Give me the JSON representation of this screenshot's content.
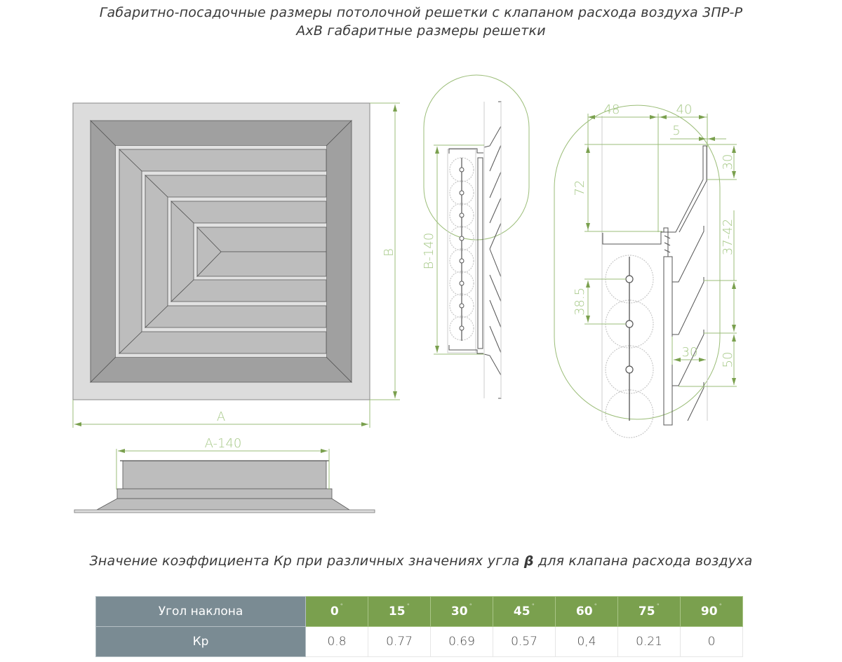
{
  "header": {
    "title_line1": "Габаритно-посадочные размеры потолочной решетки с клапаном расхода воздуха 3ПР-Р",
    "title_line2": "AxB габаритные размеры решетки"
  },
  "drawing": {
    "front_view": {
      "dim_width": "A",
      "dim_height": "B"
    },
    "section_view": {
      "dim_width": "A-140"
    },
    "side_view": {
      "dim_height": "B-140"
    },
    "detail_view": {
      "dims": {
        "d48": "48",
        "d40": "40",
        "d5": "5",
        "d72": "72",
        "d30_top": "30",
        "d37_42": "37-42",
        "d38_5": "38.5",
        "d30_mid": "30",
        "d50": "50"
      }
    },
    "colors": {
      "dimension": "#9bbd78",
      "frame_light": "#dcdcdc",
      "frame_dark": "#a0a0a0",
      "blade": "#bdbdbd"
    }
  },
  "table": {
    "caption_before": "Значение коэффициента Кр при различных значениях угла ",
    "caption_symbol": "β",
    "caption_after": " для клапана расхода воздуха",
    "row_header_angle": "Угол наклона",
    "row_header_kp": "Кр",
    "degree_symbol": "°",
    "angles": [
      "0",
      "15",
      "30",
      "45",
      "60",
      "75",
      "90"
    ],
    "kp_values": [
      "0.8",
      "0.77",
      "0.69",
      "0.57",
      "0,4",
      "0.21",
      "0"
    ],
    "colors": {
      "label_bg": "#7a8b93",
      "header_bg": "#7aa04e"
    }
  }
}
